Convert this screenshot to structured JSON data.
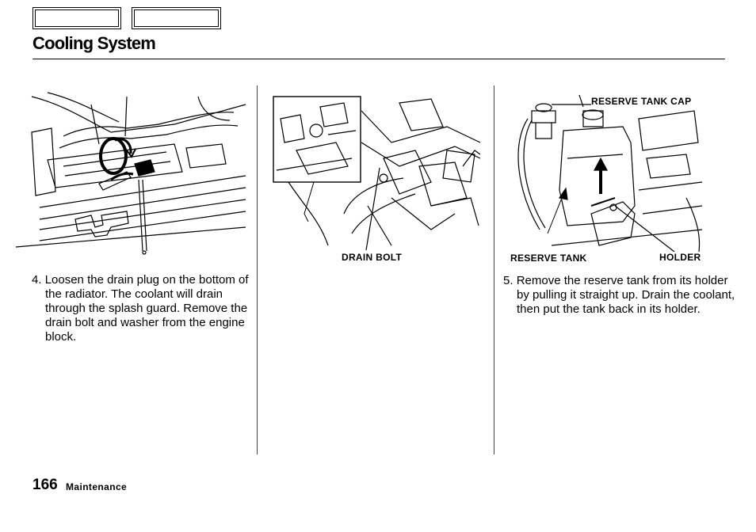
{
  "header": {
    "title": "Cooling System"
  },
  "figures": {
    "drain_plug": {},
    "drain_bolt": {
      "label": "DRAIN BOLT"
    },
    "reserve_tank": {
      "cap_label": "RESERVE TANK CAP",
      "tank_label": "RESERVE TANK",
      "holder_label": "HOLDER"
    }
  },
  "steps": [
    {
      "number": "4.",
      "text": "Loosen the drain plug on the bottom of the radiator. The coolant will drain through the splash guard. Remove the drain bolt and washer from the engine block."
    },
    {
      "number": "5.",
      "text": "Remove the reserve tank from its holder by pulling it straight up. Drain the coolant, then put the tank back in its holder."
    }
  ],
  "footer": {
    "page_number": "166",
    "section": "Maintenance"
  }
}
